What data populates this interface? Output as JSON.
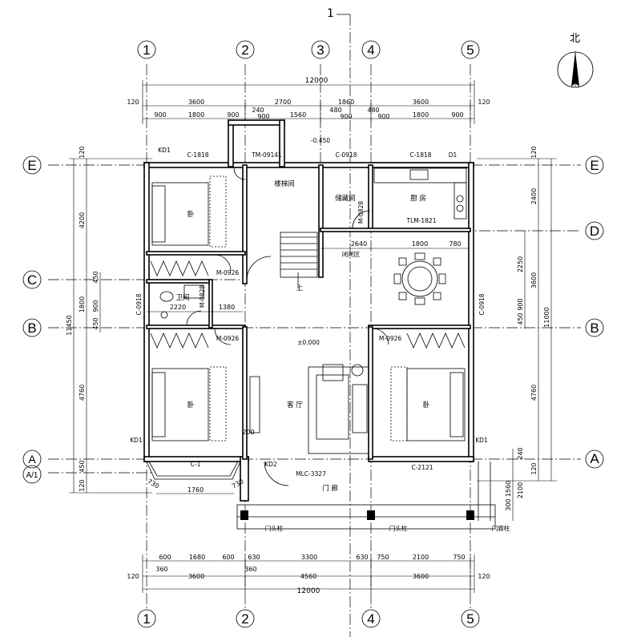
{
  "north_label": "北",
  "section_label": "1",
  "axes": {
    "top": [
      "1",
      "2",
      "3",
      "4",
      "5"
    ],
    "bottom": [
      "1",
      "2",
      "4",
      "5"
    ],
    "left": [
      "E",
      "C",
      "B",
      "A",
      "A/1"
    ],
    "right": [
      "E",
      "D",
      "B",
      "A"
    ]
  },
  "dims": {
    "top_total": "12000",
    "top_row1": [
      "120",
      "3600",
      "2700",
      "1860",
      "3600",
      "120"
    ],
    "top_row2": [
      "900",
      "1800",
      "900",
      "240",
      "900",
      "1560",
      "480",
      "900",
      "480",
      "900",
      "1800",
      "900"
    ],
    "bottom_row1": [
      "600",
      "1680",
      "600",
      "630",
      "3300",
      "630",
      "750",
      "2100",
      "750"
    ],
    "bottom_small": [
      "360",
      "360"
    ],
    "bottom_row2": [
      "120",
      "3600",
      "4560",
      "3600",
      "120"
    ],
    "bottom_total": "12000",
    "left_outer": "11450",
    "left_inner": [
      "120",
      "4200",
      "1800",
      "4760",
      "450",
      "120"
    ],
    "left_small": [
      "450",
      "900",
      "450"
    ],
    "right_outer": "11000",
    "right_inner": [
      "120",
      "2400",
      "3600",
      "4760",
      "120"
    ],
    "right_small": [
      "2250",
      "900",
      "450",
      "240",
      "1560",
      "300",
      "2100"
    ],
    "inner": [
      "2640",
      "1800",
      "780",
      "2220",
      "1380",
      "1760",
      "730",
      "730",
      "200"
    ]
  },
  "rooms": {
    "stair": "楼梯间",
    "storage": "储藏间",
    "kitchen": "厨 房",
    "bath": "卫间",
    "bedroom_small_1": "卧",
    "bedroom_small_2": "卧",
    "bedroom_small_3": "卧",
    "living": "客 厅",
    "porch": "门 廊",
    "stair_up": "上",
    "pillar1": "门头柱",
    "pillar2": "门头柱",
    "pillar3": "门廊柱",
    "closet": "闭闭区"
  },
  "tags": {
    "w_c1818a": "C-1818",
    "w_c1818b": "C-1818",
    "w_c0918a": "C-0918",
    "w_c0918b": "C-0918",
    "w_c0918c": "C-0918",
    "w_c1": "C-1",
    "w_c2121": "C-2121",
    "d_tm": "TM-09141",
    "d_tlm": "TLM-1821",
    "d_m0926a": "M-0926",
    "d_m0926b": "M-0926",
    "d_m0926c": "M-0926",
    "d_m0828a": "M-0828",
    "d_m0828b": "M-0828",
    "d_mlc": "MLC-3327",
    "kd1a": "KD1",
    "kd1b": "KD1",
    "kd1c": "KD1",
    "kd2": "KD2",
    "d1": "D1",
    "lvl1": "-0.450",
    "lvl2": "±0.000"
  }
}
